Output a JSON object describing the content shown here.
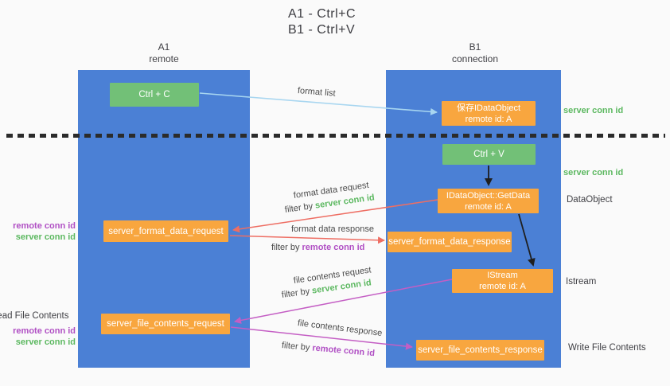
{
  "title": {
    "line1": "A1 - Ctrl+C",
    "line2": "B1 - Ctrl+V"
  },
  "lanes": {
    "a": {
      "name": "A1",
      "role": "remote"
    },
    "b": {
      "name": "B1",
      "role": "connection"
    }
  },
  "nodes": {
    "ctrl_c": {
      "label": "Ctrl + C"
    },
    "save_dataobject": {
      "line1": "保存IDataObject",
      "line2": "remote id: A"
    },
    "ctrl_v": {
      "label": "Ctrl + V"
    },
    "getdata": {
      "line1": "IDataObject::GetData",
      "line2": "remote id: A"
    },
    "format_request": {
      "label": "server_format_data_request"
    },
    "format_response": {
      "label": "server_format_data_response"
    },
    "istream": {
      "line1": "IStream",
      "line2": "remote id: A"
    },
    "file_request": {
      "label": "server_file_contents_request"
    },
    "file_response": {
      "label": "server_file_contents_response"
    }
  },
  "flow_labels": {
    "format_list": "format list",
    "format_data_request": "format data request",
    "format_request_filter_prefix": "filter by ",
    "format_request_filter_key": "server conn id",
    "format_data_response": "format data response",
    "format_response_filter_prefix": "filter by ",
    "format_response_filter_key": "remote conn id",
    "file_contents_request": "file contents request",
    "file_request_filter_prefix": "filter by ",
    "file_request_filter_key": "server conn id",
    "file_contents_response": "file contents response",
    "file_response_filter_prefix": "filter by ",
    "file_response_filter_key": "remote conn id"
  },
  "side_labels": {
    "right_server_conn_top": "server conn id",
    "right_server_conn_mid": "server conn id",
    "right_dataobject": "DataObject",
    "right_istream": "Istream",
    "right_write_file": "Write File Contents",
    "left_remote_conn_1": "remote conn id",
    "left_server_conn_1": "server conn id",
    "left_read_file": "Read File Contents",
    "left_remote_conn_2": "remote conn id",
    "left_server_conn_2": "server conn id"
  },
  "colors": {
    "lane_fill": "#4b80d5",
    "green_box": "#72c077",
    "orange_box": "#f8a63f",
    "green_text": "#5cb860",
    "purple_text": "#b04fc4",
    "red_arrow": "#ee6e63",
    "magenta_arrow": "#c45ec4",
    "blue_arrow": "#a8d6f0",
    "black_arrow": "#1f1f1f"
  }
}
